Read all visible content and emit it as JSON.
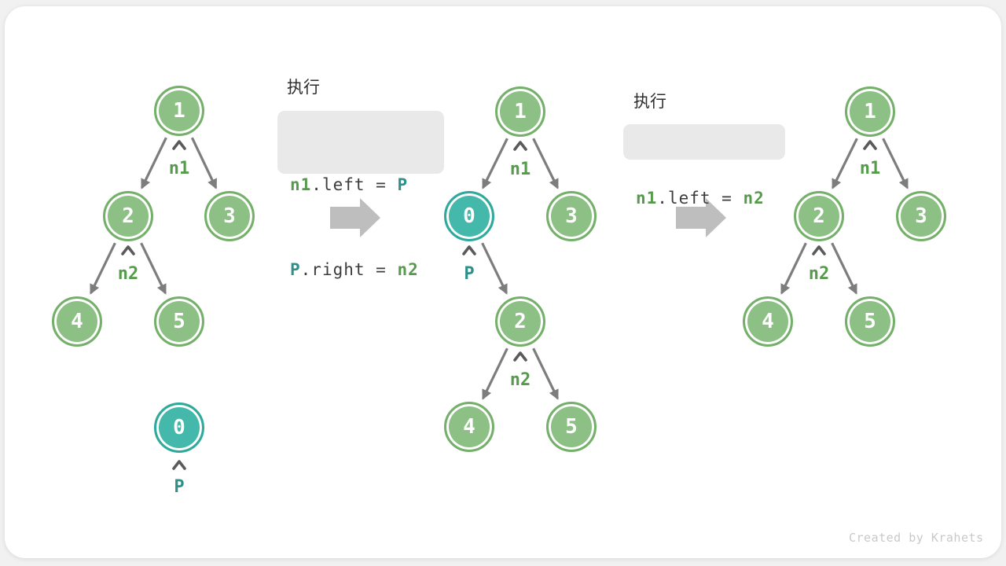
{
  "watermark": "Created by Krahets",
  "panels": {
    "exec1": {
      "title": "执行",
      "code": [
        {
          "t1": "n1",
          "t2": ".left = ",
          "t3": "P"
        },
        {
          "t1": "P",
          "t2": ".right = ",
          "t3": "n2"
        }
      ]
    },
    "exec2": {
      "title": "执行",
      "code": [
        {
          "t1": "n1",
          "t2": ".left = ",
          "t3": "n2"
        }
      ]
    }
  },
  "tree_left": {
    "node1": "1",
    "node2": "2",
    "node3": "3",
    "node4": "4",
    "node5": "5",
    "node_p": "0",
    "ptr_n1": "n1",
    "ptr_n2": "n2",
    "ptr_p": "P"
  },
  "tree_middle": {
    "node1": "1",
    "node_p": "0",
    "node3": "3",
    "node2": "2",
    "node4": "4",
    "node5": "5",
    "ptr_n1": "n1",
    "ptr_p": "P",
    "ptr_n2": "n2"
  },
  "tree_right": {
    "node1": "1",
    "node2": "2",
    "node3": "3",
    "node4": "4",
    "node5": "5",
    "ptr_n1": "n1",
    "ptr_n2": "n2"
  },
  "colors": {
    "node_green_fill": "#8cc084",
    "node_green_border": "#74b069",
    "node_teal_fill": "#44b8ab",
    "node_teal_border": "#2fa99b",
    "pointer_green_text": "#569b4c",
    "pointer_teal_text": "#2e9089",
    "edge_gray": "#7d7d7d",
    "caret_gray": "#5a5a5a",
    "transition_arrow_gray": "#bebebe",
    "code_background": "#e9e9ea",
    "code_dark_text": "#3c3c3c",
    "card_background": "#ffffff",
    "page_background": "#f0f1f0",
    "watermark_gray": "#c9c9c9"
  }
}
